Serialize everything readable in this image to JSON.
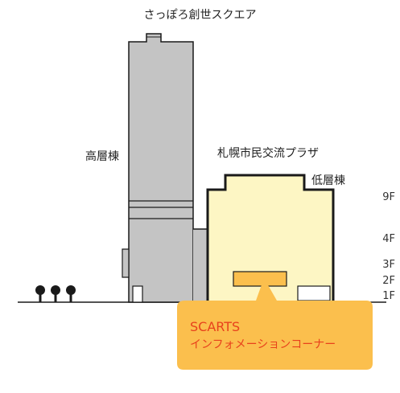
{
  "title": "さっぽろ創世スクエア",
  "labels": {
    "plaza": "札幌市民交流プラザ",
    "tall_building": "高層棟",
    "low_building": "低層棟"
  },
  "floors": [
    "9F",
    "4F",
    "3F",
    "2F",
    "1F"
  ],
  "callout": {
    "line1": "SCARTS",
    "line2": "インフォメーションコーナー"
  },
  "colors": {
    "tower": "#c4c4c4",
    "low_rise": "#fdf6c4",
    "highlight": "#fbbf4d",
    "callout_bg": "#fbbf4d",
    "callout_text": "#e8421c",
    "outline": "#1a1a1a"
  }
}
